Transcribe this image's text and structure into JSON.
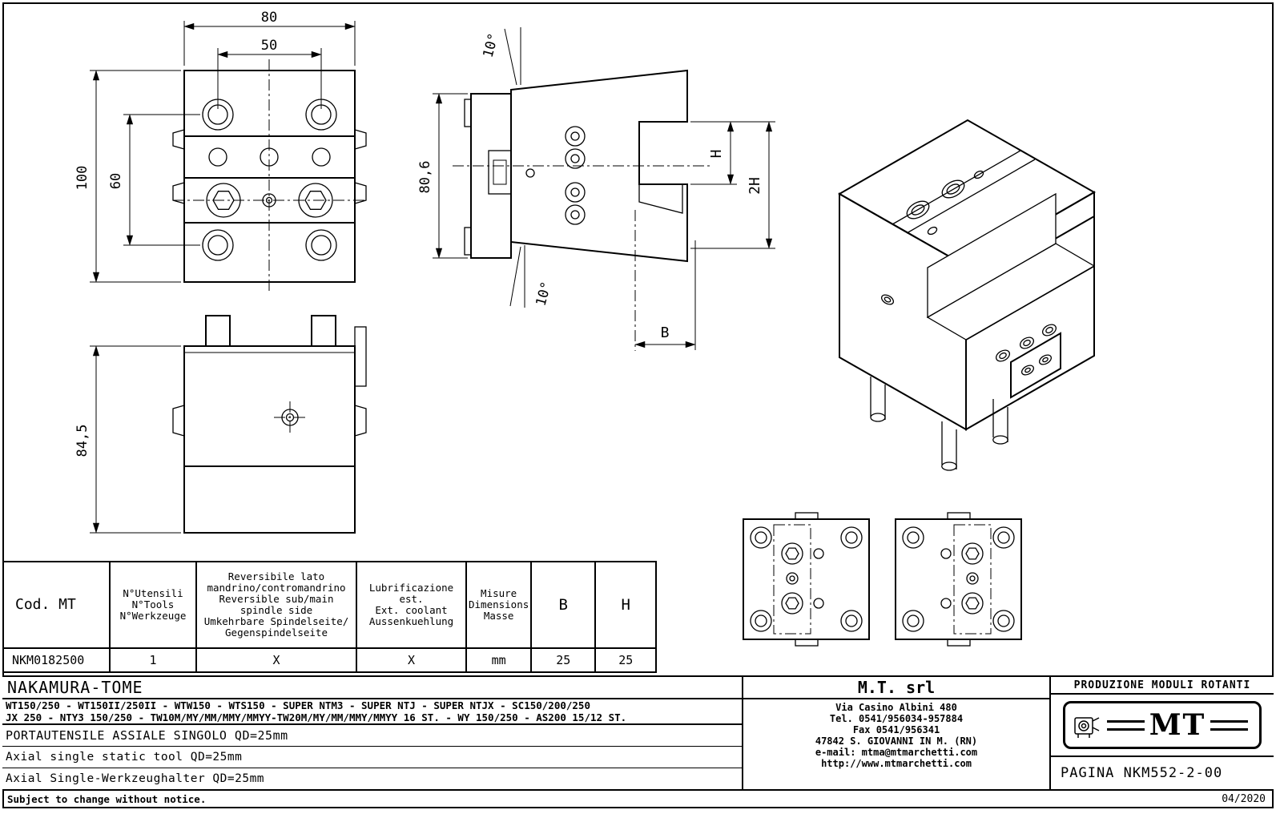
{
  "dimensions": {
    "front": {
      "width": "80",
      "inner_width": "50",
      "height": "100",
      "inner_height": "60"
    },
    "bottom": {
      "height": "84,5"
    },
    "side": {
      "angle_top": "10°",
      "height": "80,6",
      "slot": "H",
      "double_slot": "2H",
      "angle_bottom": "10°",
      "width": "B"
    }
  },
  "table": {
    "headers": {
      "cod": "Cod. MT",
      "tools": "N°Utensili\nN°Tools\nN°Werkzeuge",
      "reversible": "Reversibile lato\nmandrino/contromandrino\nReversible sub/main\nspindle side\nUmkehrbare Spindelseite/\nGegenspindelseite",
      "coolant": "Lubrificazione est.\nExt. coolant\nAussenkuehlung",
      "measure": "Misure\nDimensions\nMasse",
      "b": "B",
      "h": "H"
    },
    "row": {
      "cod": "NKM0182500",
      "tools": "1",
      "reversible": "X",
      "coolant": "X",
      "measure": "mm",
      "b": "25",
      "h": "25"
    }
  },
  "title_block": {
    "customer": "NAKAMURA-TOME",
    "machines_line1": "WT150/250 - WT150II/250II - WTW150 - WTS150 - SUPER NTM3 - SUPER NTJ - SUPER NTJX - SC150/200/250",
    "machines_line2": "JX 250 - NTY3 150/250 - TW10M/MY/MM/MMY/MMYY-TW20M/MY/MM/MMY/MMYY 16 ST. - WY 150/250 - AS200 15/12 ST.",
    "description_it": "PORTAUTENSILE ASSIALE SINGOLO QD=25mm",
    "description_en": "Axial single static tool QD=25mm",
    "description_de": "Axial Single-Werkzeughalter QD=25mm",
    "company": {
      "name": "M.T. srl",
      "address": "Via Casino Albini 480",
      "tel": "Tel. 0541/956034-957884",
      "fax": "Fax 0541/956341",
      "city": "47842 S. GIOVANNI IN M. (RN)",
      "email": "e-mail: mtma@mtmarchetti.com",
      "web": "http://www.mtmarchetti.com"
    },
    "production": "PRODUZIONE MODULI ROTANTI",
    "logo": "MT",
    "page": "PAGINA NKM552-2-00"
  },
  "footer": {
    "notice": "Subject to change without notice.",
    "date": "04/2020"
  }
}
